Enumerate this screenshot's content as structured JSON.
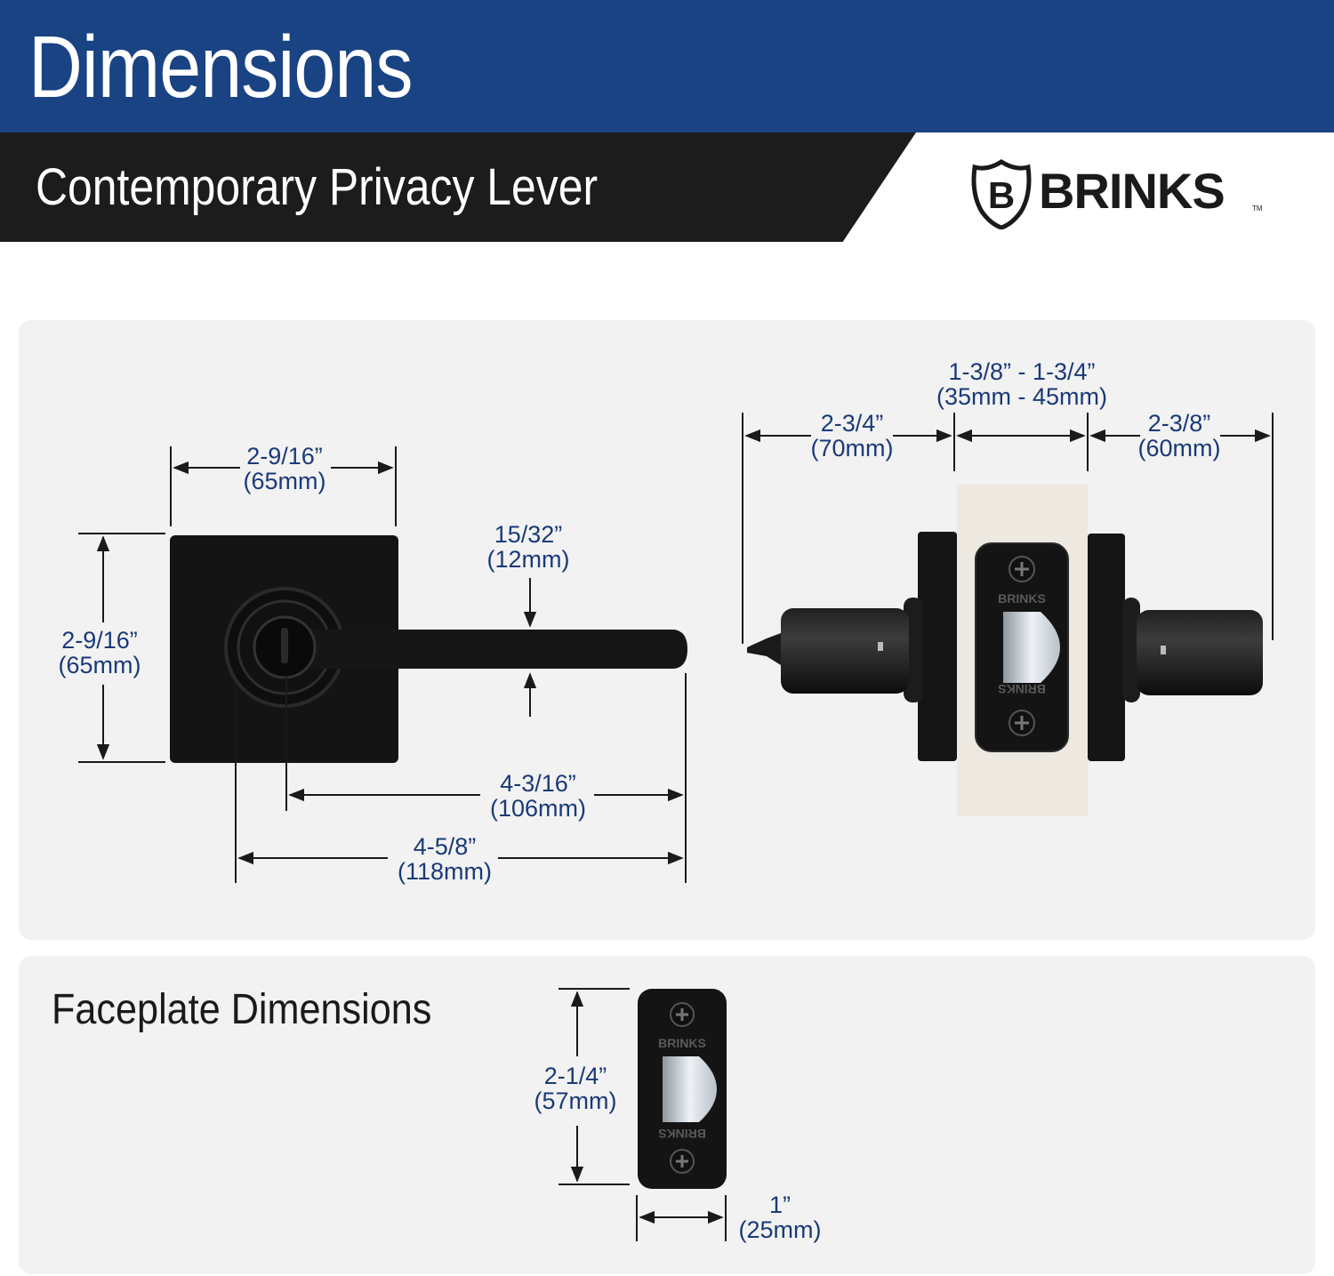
{
  "header": {
    "title": "Dimensions"
  },
  "subheader": {
    "product": "Contemporary Privacy Lever"
  },
  "brand": {
    "name": "BRINKS",
    "logo_letter": "B",
    "tm": "TM",
    "plate_text": "BRINKS"
  },
  "colors": {
    "header_blue": "#1a4384",
    "dim_text": "#1a3a78",
    "subbar": "#1c1c1c",
    "panel": "#f2f2f2"
  },
  "front_view": {
    "rose_width": {
      "in": "2-9/16”",
      "mm": "(65mm)"
    },
    "rose_height": {
      "in": "2-9/16”",
      "mm": "(65mm)"
    },
    "lever_thickness": {
      "in": "15/32”",
      "mm": "(12mm)"
    },
    "lever_length_center": {
      "in": "4-3/16”",
      "mm": "(106mm)"
    },
    "lever_length_total": {
      "in": "4-5/8”",
      "mm": "(118mm)"
    }
  },
  "side_view": {
    "door_thickness": {
      "in": "1-3/8” - 1-3/4”",
      "mm": "(35mm - 45mm)"
    },
    "left_projection": {
      "in": "2-3/4”",
      "mm": "(70mm)"
    },
    "right_projection": {
      "in": "2-3/8”",
      "mm": "(60mm)"
    }
  },
  "faceplate": {
    "title": "Faceplate Dimensions",
    "height": {
      "in": "2-1/4”",
      "mm": "(57mm)"
    },
    "width": {
      "in": "1”",
      "mm": "(25mm)"
    }
  }
}
